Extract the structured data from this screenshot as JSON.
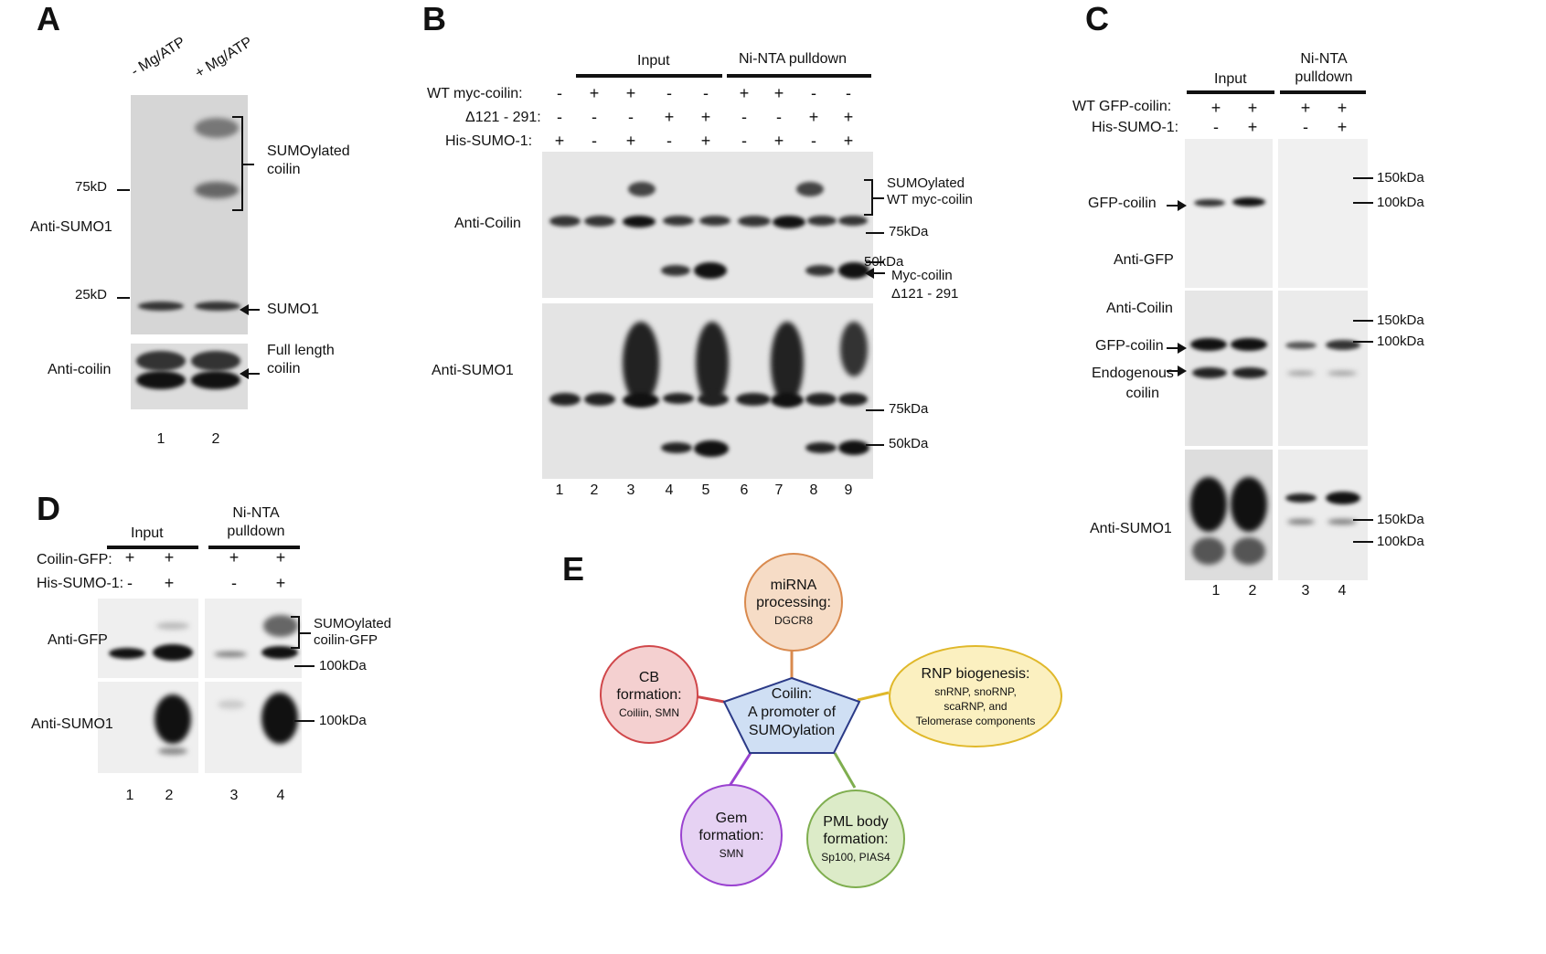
{
  "panels": {
    "a": "A",
    "b": "B",
    "c": "C",
    "d": "D",
    "e": "E"
  },
  "A": {
    "lane_headers": [
      "- Mg/ATP",
      "+ Mg/ATP"
    ],
    "markers": [
      "75kD",
      "25kD"
    ],
    "blot_labels": [
      "Anti-SUMO1",
      "Anti-coilin"
    ],
    "annotations": {
      "sumo_coilin": "SUMOylated\ncoilin",
      "sumo1": "SUMO1",
      "full_length": "Full length\ncoilin"
    },
    "lanes": [
      "1",
      "2"
    ]
  },
  "B": {
    "groups": [
      "Input",
      "Ni-NTA pulldown"
    ],
    "rows": [
      {
        "label": "WT myc-coilin:",
        "signs": [
          "-",
          "+",
          "+",
          "-",
          "-",
          "+",
          "+",
          "-",
          "-"
        ]
      },
      {
        "label": "Δ121 - 291:",
        "signs": [
          "-",
          "-",
          "-",
          "+",
          "+",
          "-",
          "-",
          "+",
          "+"
        ]
      },
      {
        "label": "His-SUMO-1:",
        "signs": [
          "+",
          "-",
          "+",
          "-",
          "+",
          "-",
          "+",
          "-",
          "+"
        ]
      }
    ],
    "blot_labels": [
      "Anti-Coilin",
      "Anti-SUMO1"
    ],
    "markers_top": [
      "75kDa",
      "50kDa"
    ],
    "markers_bottom": [
      "75kDa",
      "50kDa"
    ],
    "annotations": {
      "sumo_wt": "SUMOylated\nWT myc-coilin",
      "myc_del": "Myc-coilin\nΔ121 - 291"
    },
    "lanes": [
      "1",
      "2",
      "3",
      "4",
      "5",
      "6",
      "7",
      "8",
      "9"
    ]
  },
  "C": {
    "groups": [
      "Input",
      "Ni-NTA\npulldown"
    ],
    "rows": [
      {
        "label": "WT GFP-coilin:",
        "signs": [
          "+",
          "+",
          "+",
          "+"
        ]
      },
      {
        "label": "His-SUMO-1:",
        "signs": [
          "-",
          "+",
          "-",
          "+"
        ]
      }
    ],
    "blot_labels": [
      "Anti-GFP",
      "Anti-Coilin",
      "Anti-SUMO1"
    ],
    "band_labels": {
      "gfp1": "GFP-coilin",
      "gfp2": "GFP-coilin",
      "endo": "Endogenous\ncoilin"
    },
    "markers": [
      "150kDa",
      "100kDa",
      "150kDa",
      "100kDa",
      "150kDa",
      "100kDa"
    ],
    "lanes": [
      "1",
      "2",
      "3",
      "4"
    ]
  },
  "D": {
    "groups": [
      "Input",
      "Ni-NTA\npulldown"
    ],
    "rows": [
      {
        "label": "Coilin-GFP:",
        "signs": [
          "+",
          "+",
          "+",
          "+"
        ]
      },
      {
        "label": "His-SUMO-1:",
        "signs": [
          "-",
          "+",
          "-",
          "+"
        ]
      }
    ],
    "blot_labels": [
      "Anti-GFP",
      "Anti-SUMO1"
    ],
    "annotations": {
      "sumo_gfp": "SUMOylated\ncoilin-GFP"
    },
    "markers": [
      "100kDa",
      "100kDa"
    ],
    "lanes": [
      "1",
      "2",
      "3",
      "4"
    ]
  },
  "E": {
    "center": "Coilin:\nA promoter of\nSUMOylation",
    "nodes": {
      "mirna": {
        "title": "miRNA\nprocessing:",
        "sub": "DGCR8",
        "color": "#d98a4e",
        "fill": "#f6dcc6"
      },
      "rnp": {
        "title": "RNP biogenesis:",
        "sub": "snRNP, snoRNP,\nscaRNP, and\nTelomerase components",
        "color": "#e0b82a",
        "fill": "#fbf0c0"
      },
      "pml": {
        "title": "PML body\nformation:",
        "sub": "Sp100, PIAS4",
        "color": "#7fae4f",
        "fill": "#dcebc8"
      },
      "gem": {
        "title": "Gem\nformation:",
        "sub": "SMN",
        "color": "#9a42d0",
        "fill": "#e6d2f3"
      },
      "cb": {
        "title": "CB\nformation:",
        "sub": "Coiliin, SMN",
        "color": "#d0474a",
        "fill": "#f4d0d0"
      }
    },
    "center_color": "#2b3a87",
    "center_fill": "#cfdff4"
  }
}
